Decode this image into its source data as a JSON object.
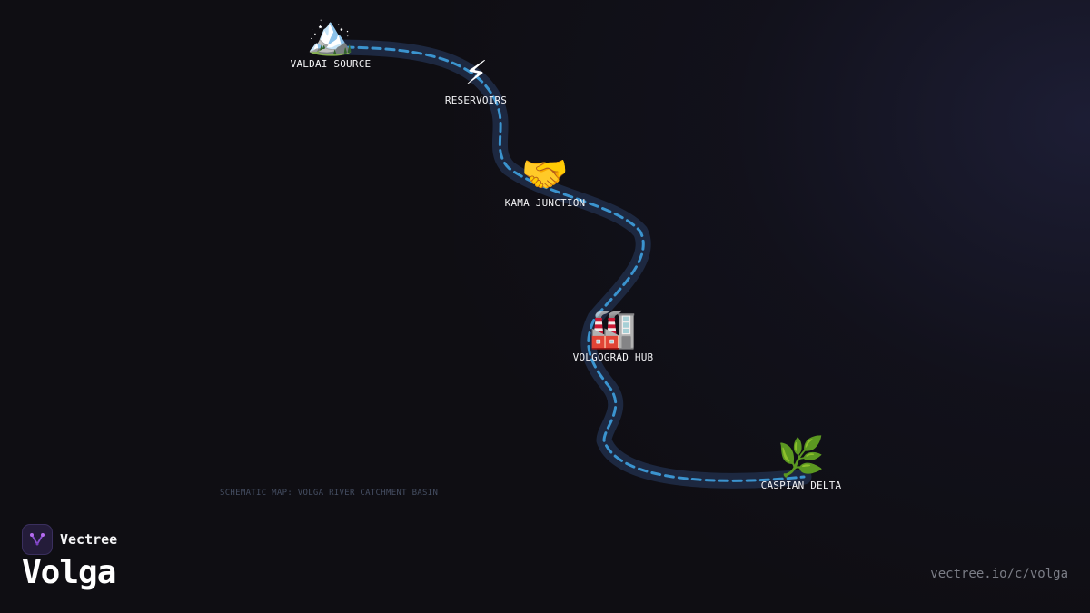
{
  "brand": {
    "name": "Vectree",
    "title": "Volga",
    "url": "vectree.io/c/volga",
    "logo_icon": "vectree-fork-icon",
    "accent": "#a65be8"
  },
  "map": {
    "caption": "SCHEMATIC MAP: VOLGA RIVER CATCHMENT BASIN",
    "river_color": "#3b94cf",
    "bank_color": "#1d2840",
    "stops": [
      {
        "label": "VALDAI SOURCE",
        "emoji": "🏔️",
        "icon": "snow-capped-mountain-icon"
      },
      {
        "label": "RESERVOIRS",
        "emoji": "⚡",
        "icon": "lightning-icon"
      },
      {
        "label": "KAMA JUNCTION",
        "emoji": "🤝",
        "icon": "handshake-icon"
      },
      {
        "label": "VOLGOGRAD HUB",
        "emoji": "🏭",
        "icon": "factory-icon"
      },
      {
        "label": "CASPIAN DELTA",
        "emoji": "🌿",
        "icon": "herb-icon"
      }
    ]
  }
}
